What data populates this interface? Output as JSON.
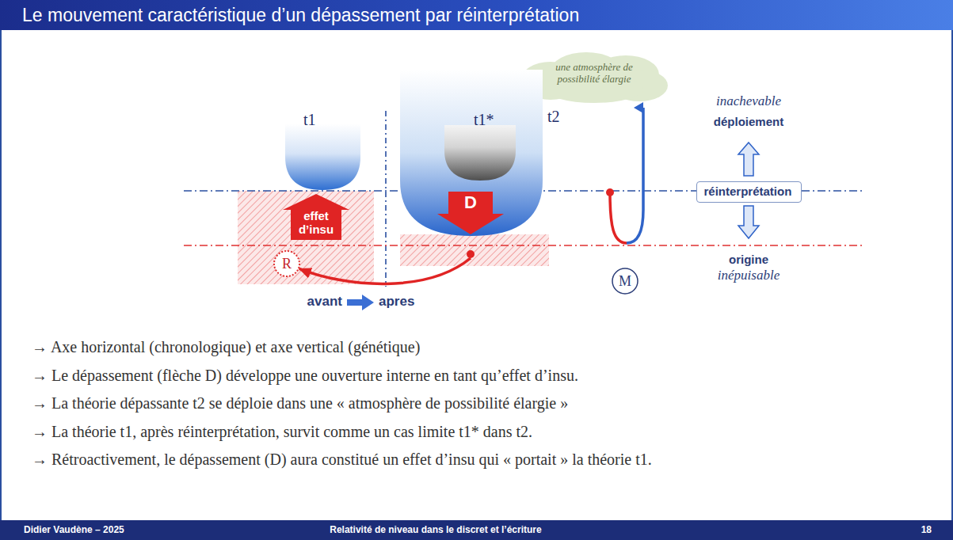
{
  "diagram": {
    "title": "Le mouvement caractéristique d’un dépassement par réinterprétation",
    "nodes": [
      {
        "text": [
          "une atmosphère de possibilité élargie"
        ]
      },
      {
        "text": [
          "t1"
        ]
      },
      {
        "text": [
          "t2"
        ]
      },
      {
        "text": [
          "t1*"
        ],
        "in": 2
      },
      {
        "text": [
          "réinterprétation"
        ]
      },
      {
        "text": [
          "effet d’insu"
        ]
      },
      {
        "text": [
          "D"
        ]
      },
      {
        "text": [
          "R"
        ]
      },
      {
        "text": [
          "M"
        ]
      }
    ],
    "edges": [
      {
        "from": 6,
        "to": 7,
        "arrow": "to"
      }
    ],
    "labels": [
      "inachevable",
      "déploiement",
      "avant",
      "apres",
      "origine",
      "inépuisable",
      "→ Axe horizontal (chronologique) et axe vertical (génétique)",
      "→ Le dépassement (flèche D) développe une ouverture interne en tant qu’effet d’insu.",
      "→ La théorie dépassante t2 se déploie dans une « atmosphère de possibilité élargie »",
      "→ La théorie t1, après réinterprétation, survit comme un cas limite t1* dans t2.",
      "→ Rétroactivement, le dépassement (D) aura constitué un effet d’insu qui « portait » la théorie t1.",
      "Didier Vaudène – 2025",
      "Relativité de niveau dans le discret et l’écriture",
      "18"
    ]
  }
}
